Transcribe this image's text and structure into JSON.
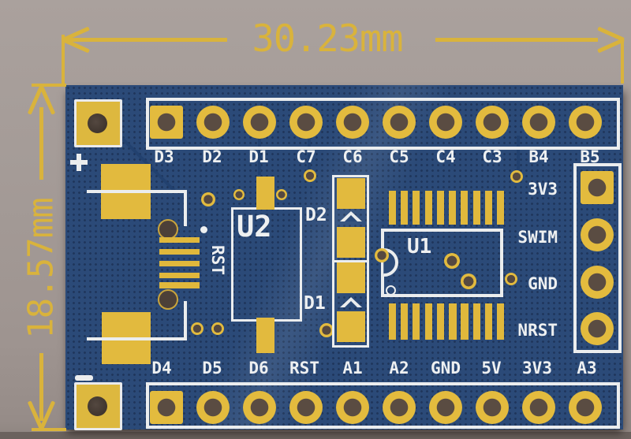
{
  "dimensions": {
    "width_label": "30.23mm",
    "height_label": "18.57mm"
  },
  "board": {
    "top_header": {
      "labels": [
        "D3",
        "D2",
        "D1",
        "C7",
        "C6",
        "C5",
        "C4",
        "C3",
        "B4",
        "B5"
      ]
    },
    "bottom_header": {
      "labels": [
        "D4",
        "D5",
        "D6",
        "RST",
        "A1",
        "A2",
        "GND",
        "5V",
        "3V3",
        "A3"
      ]
    },
    "right_header": {
      "labels": [
        "3V3",
        "SWIM",
        "GND",
        "NRST"
      ]
    },
    "components": {
      "mcu_ref": "U1",
      "regulator_ref": "U2",
      "diode1_ref": "D1",
      "diode2_ref": "D2",
      "reset_ref": "RST"
    },
    "polarity": {
      "plus": "+",
      "minus": "-"
    }
  },
  "colors": {
    "soldermask_blue": "#2b4a78",
    "pad_gold": "#e2ba3e",
    "silkscreen_white": "#ebedee",
    "dimension_gold": "#d9b33c",
    "background_taupe": "#a49b97",
    "drill_dark": "#564940"
  }
}
